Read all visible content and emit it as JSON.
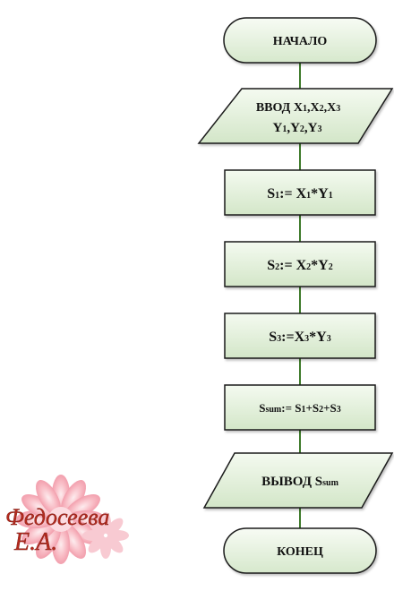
{
  "colors": {
    "node_fill_light": "#f2f8ee",
    "node_fill_dark": "#d3e6c8",
    "node_stroke": "#1a1a1a",
    "connector": "#3e7a2a",
    "author_text": "#b42a1e",
    "flower_petals": "#f59aa8"
  },
  "flowchart": {
    "start": {
      "label": "НАЧАЛО",
      "shape": "terminator"
    },
    "input": {
      "shape": "parallelogram",
      "line1": {
        "prefix": "ВВОД ",
        "v1": "X",
        "s1": "1",
        "v2": "X",
        "s2": "2",
        "v3": "X",
        "s3": "3",
        "sep": ","
      },
      "line2": {
        "v1": "Y",
        "s1": "1",
        "v2": "Y",
        "s2": "2",
        "v3": "Y",
        "s3": "3",
        "sep": ","
      }
    },
    "step1": {
      "shape": "process",
      "lhs": "S",
      "lhs_sub": "1",
      "op": ":= ",
      "a": "X",
      "a_sub": "1",
      "mul": "*",
      "b": "Y",
      "b_sub": "1"
    },
    "step2": {
      "shape": "process",
      "lhs": "S",
      "lhs_sub": "2",
      "op": ":= ",
      "a": "X",
      "a_sub": "2",
      "mul": "*",
      "b": "Y",
      "b_sub": "2"
    },
    "step3": {
      "shape": "process",
      "lhs": "S",
      "lhs_sub": "3",
      "op": ":=",
      "a": "X",
      "a_sub": "3",
      "mul": "*",
      "b": "Y",
      "b_sub": "3"
    },
    "step4": {
      "shape": "process",
      "lhs": "S",
      "lhs_sub": "sum",
      "op": ":= ",
      "t1": "S",
      "t1_sub": "1",
      "plus": "+",
      "t2": "S",
      "t2_sub": "2",
      "t3": "S",
      "t3_sub": "3"
    },
    "output": {
      "shape": "parallelogram",
      "prefix": "ВЫВОД ",
      "v": "S",
      "v_sub": "sum"
    },
    "end": {
      "label": "КОНЕЦ",
      "shape": "terminator"
    }
  },
  "author": {
    "line1": "Федосеева",
    "line2": "Е.А.",
    "icon": "flower-icon"
  }
}
